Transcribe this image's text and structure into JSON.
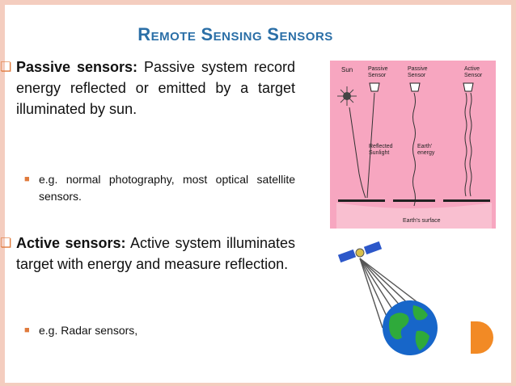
{
  "slide": {
    "title_part1_cap": "R",
    "title_part1_rest": "EMOTE",
    "title_part2_cap": "S",
    "title_part2_rest": "ENSING",
    "title_part3_cap": "S",
    "title_part3_rest": "ENSORS",
    "bullets": [
      {
        "lead": "Passive sensors:",
        "text": " Passive system record energy reflected or emitted by a target illuminated by sun."
      },
      {
        "text": "e.g. normal photography, most optical satellite sensors."
      },
      {
        "lead": "Active sensors:",
        "text": " Active system illuminates target with energy and measure reflection."
      },
      {
        "text": "e.g. Radar sensors,"
      }
    ]
  },
  "diagram": {
    "labels": {
      "sun": "Sun",
      "passive1": "Passive Sensor",
      "passive2": "Passive Sensor",
      "active": "Active Sensor",
      "reflected": "Reflected Sunlight",
      "earth_energy": "Earth energy",
      "surface": "Earth's surface"
    }
  },
  "colors": {
    "title": "#2b6fa7",
    "bullet_marker": "#e07a3c",
    "accent": "#f28a25",
    "diagram_bg": "#f7a6c0",
    "edge": "#f4cdbf"
  }
}
